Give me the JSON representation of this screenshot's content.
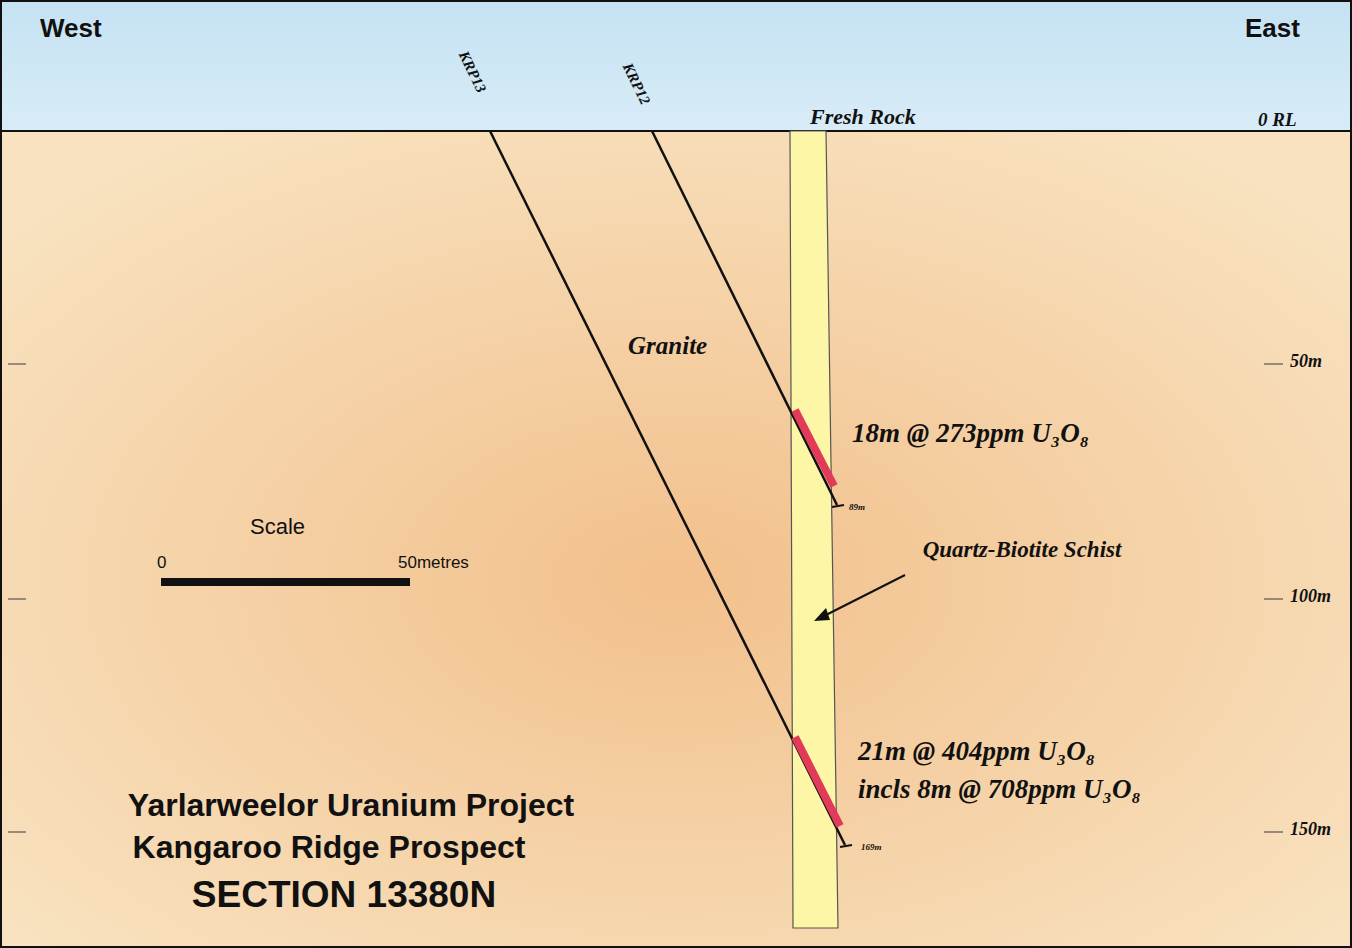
{
  "diagram": {
    "labels": [
      "West",
      "East",
      "KRP13",
      "KRP12",
      "Fresh Rock",
      "0 RL",
      "50m",
      "Granite",
      "18m @ 273ppm U₃O₈",
      "89m",
      "Quartz-Biotite Schist",
      "Scale",
      "0",
      "50metres",
      "100m",
      "21m @ 404ppm U₃O₈",
      "incls 8m @ 708ppm U₃O₈",
      "150m",
      "169m",
      "Yarlarweelor Uranium Project",
      "Kangaroo Ridge Prospect",
      "SECTION 13380N"
    ]
  }
}
